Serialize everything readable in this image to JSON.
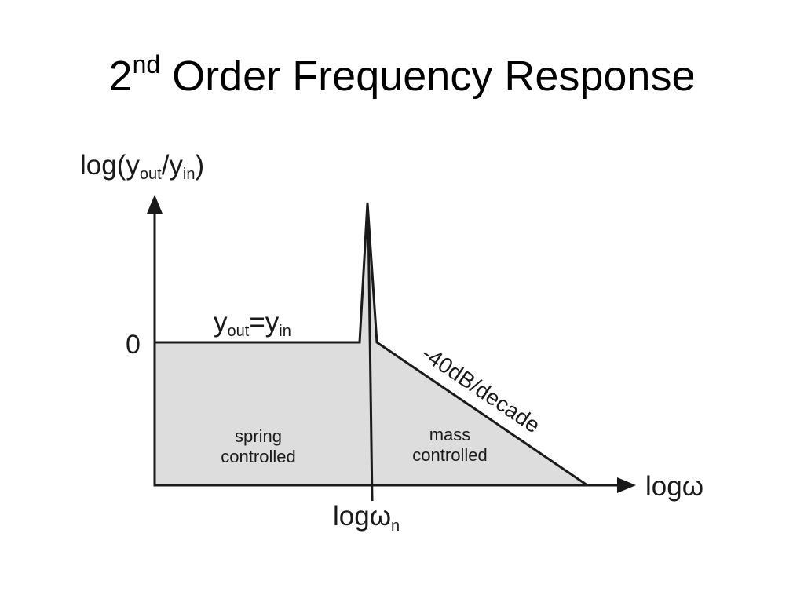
{
  "title": {
    "main": "2",
    "superscript": "nd",
    "rest": " Order Frequency Response"
  },
  "diagram": {
    "y_axis_label": {
      "prefix": "log(y",
      "sub_out": "out",
      "slash": "/y",
      "sub_in": "in",
      "suffix": ")"
    },
    "x_axis_label": "logω",
    "zero_label": "0",
    "natural_freq_label": {
      "base": "logω",
      "sub": "n"
    },
    "flat_region_label": {
      "y1": "y",
      "sub_out": "out",
      "equals": "=y",
      "sub_in": "in"
    },
    "slope_label": "-40dB/decade",
    "spring_region": {
      "line1": "spring",
      "line2": "controlled"
    },
    "mass_region": {
      "line1": "mass",
      "line2": "controlled"
    },
    "colors": {
      "fill": "#dddddd",
      "stroke": "#1a1a1a"
    }
  }
}
